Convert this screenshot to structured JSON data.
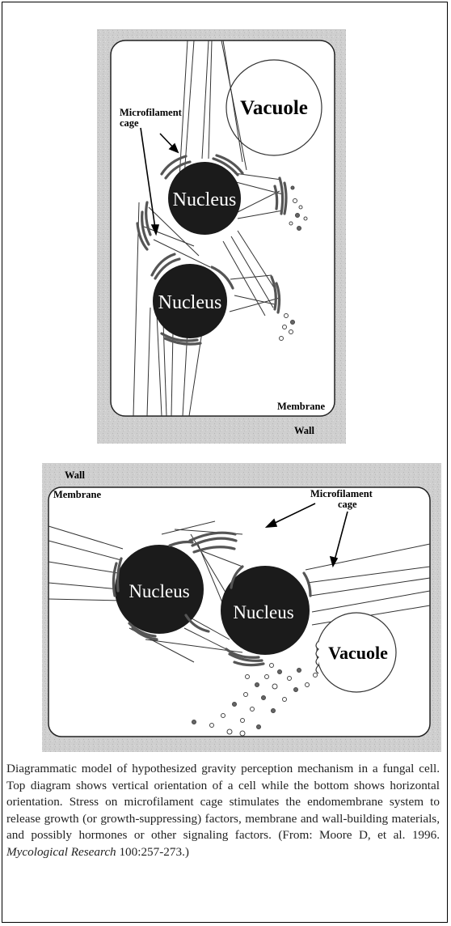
{
  "top_diagram": {
    "vacuole_label": "Vacuole",
    "nucleus_upper_label": "Nucleus",
    "nucleus_lower_label": "Nucleus",
    "microfilament_label_line1": "Microfilament",
    "microfilament_label_line2": "cage",
    "membrane_label": "Membrane",
    "wall_label": "Wall"
  },
  "bottom_diagram": {
    "wall_label": "Wall",
    "membrane_label": "Membrane",
    "microfilament_label_line1": "Microfilament",
    "microfilament_label_line2": "cage",
    "nucleus_left_label": "Nucleus",
    "nucleus_right_label": "Nucleus",
    "vacuole_label": "Vacuole"
  },
  "caption": {
    "text_main": "Diagrammatic model of hypothesized gravity perception mechanism in a fungal cell. Top diagram shows vertical orientation of a cell while the bottom shows horizontal orientation. Stress on microfilament cage stimulates the endomembrane system to release growth (or growth-suppressing) factors, membrane and wall-building materials, and possibly hormones or other signaling factors. (From: Moore D, et al. 1996. ",
    "journal": "Mycological Research",
    "text_end": " 100:257-273.)"
  },
  "colors": {
    "wall_gray": "#c8c8c8",
    "nucleus_fill": "#1b1b1b",
    "line_color": "#333333"
  }
}
